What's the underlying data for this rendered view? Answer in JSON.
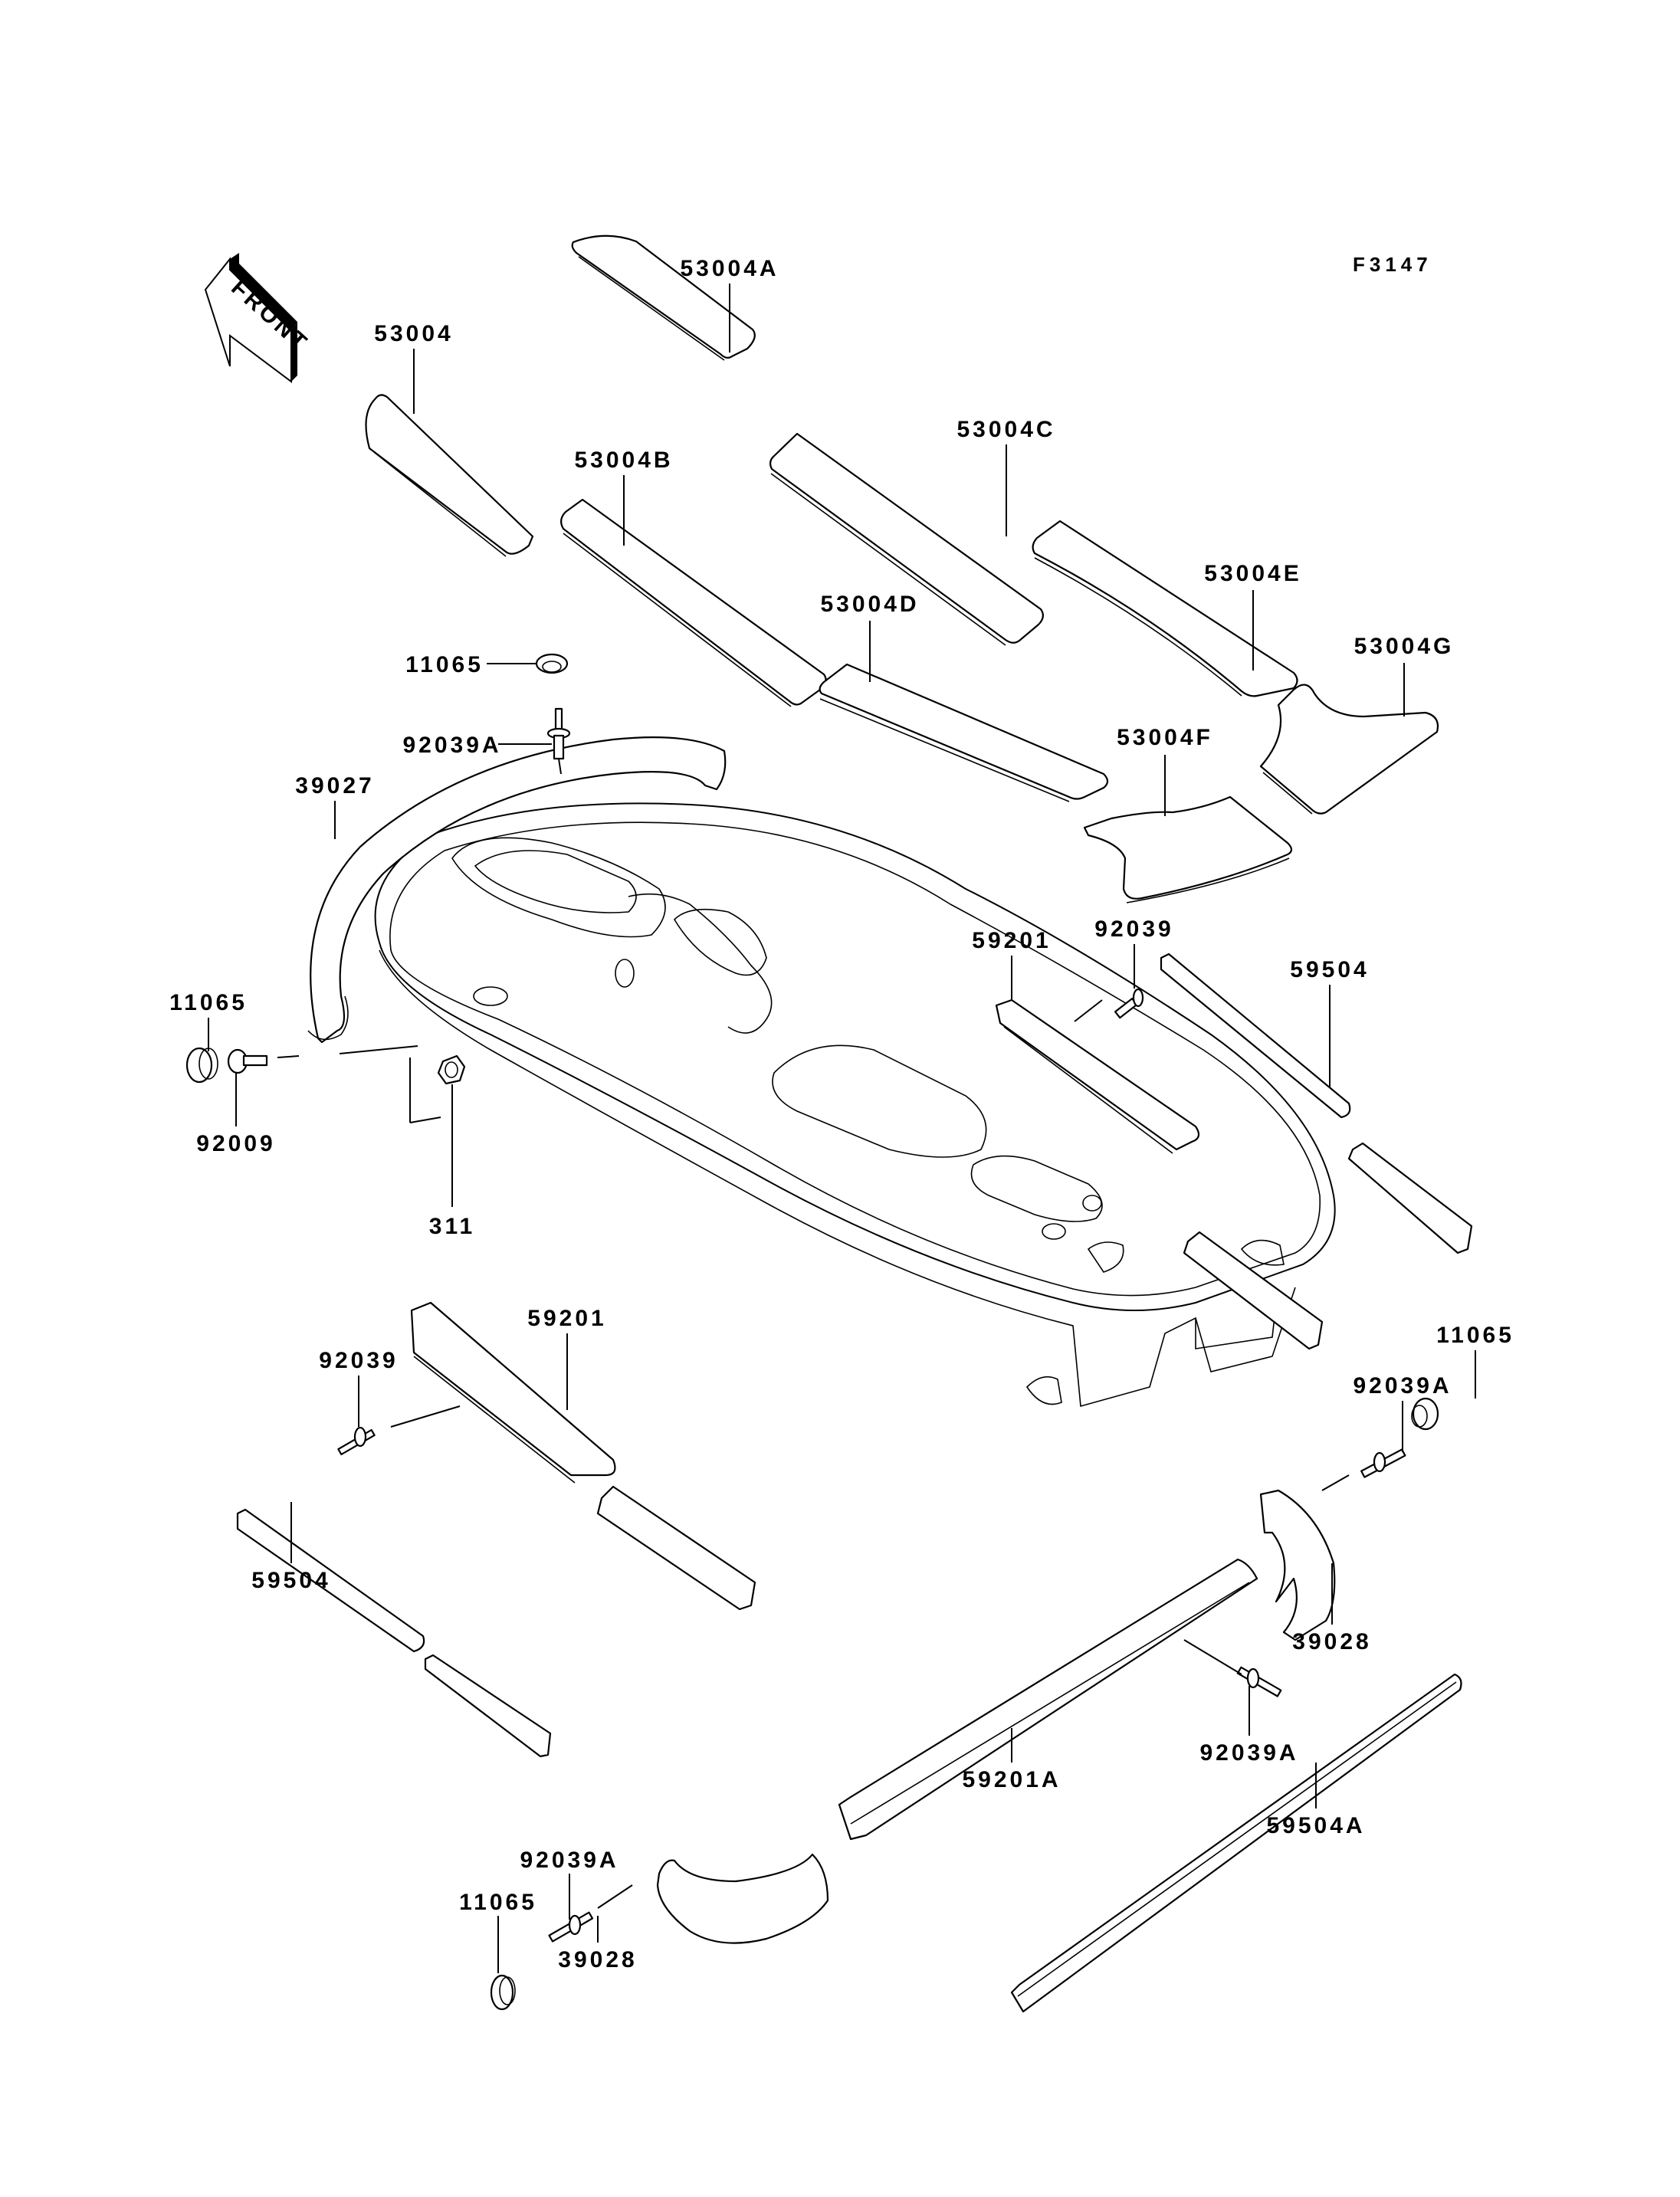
{
  "diagram": {
    "figure_code": "F3147",
    "front_indicator": "FRONT",
    "callouts": {
      "pad_front": "53004",
      "pad_a": "53004A",
      "pad_b": "53004B",
      "pad_c": "53004C",
      "pad_d": "53004D",
      "pad_e": "53004E",
      "pad_f": "53004F",
      "pad_g": "53004G",
      "grommet_top": "11065",
      "rivet_top": "92039A",
      "bumper_front": "39027",
      "cap_left": "11065",
      "screw_left": "92009",
      "nut": "311",
      "rail_right": "59201",
      "rivet_right": "92039",
      "strip_right": "59504",
      "rail_left": "59201",
      "rivet_left": "92039",
      "strip_left": "59504",
      "grommet_rear": "11065",
      "rivet_rear": "92039A",
      "bumper_rear_right": "39028",
      "rivet_lower": "92039A",
      "rail_long": "59201A",
      "strip_long": "59504A",
      "rivet_bottom": "92039A",
      "cap_bottom": "11065",
      "bumper_rear_left": "39028"
    }
  }
}
